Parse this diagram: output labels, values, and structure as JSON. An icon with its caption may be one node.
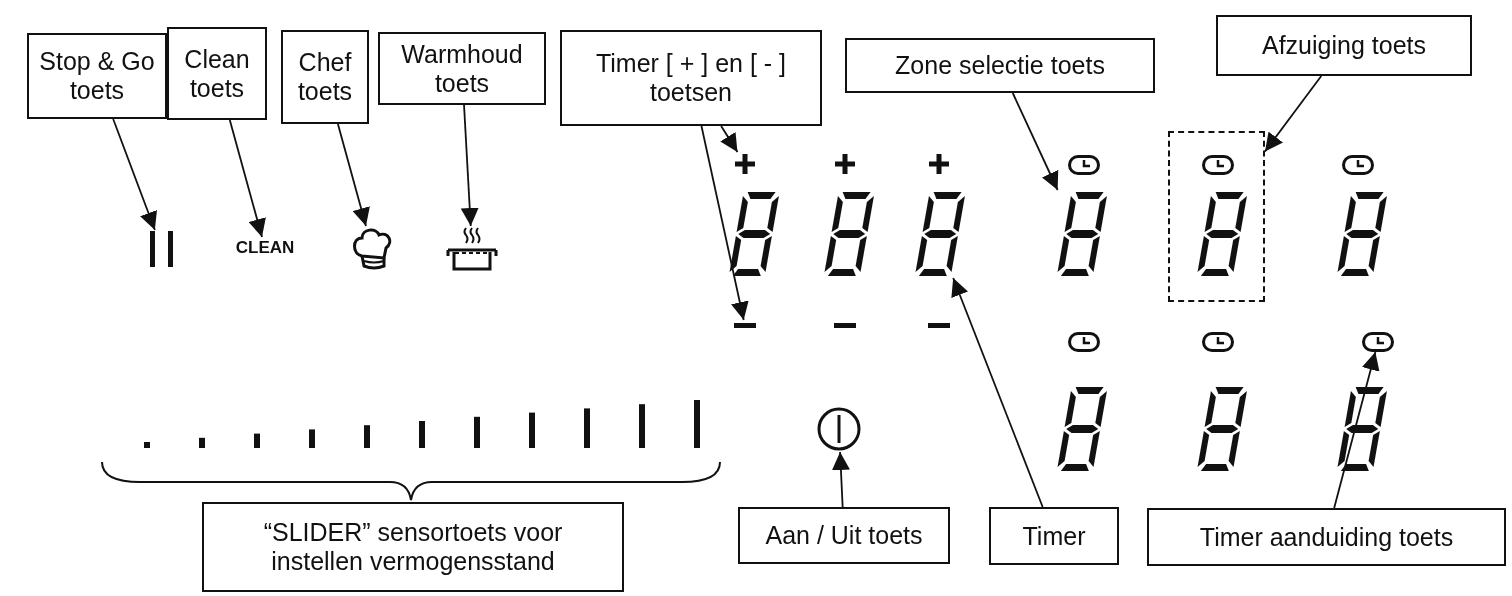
{
  "diagram": {
    "nodes": [
      {
        "text": [
          "Stop & Go toets"
        ]
      },
      {
        "text": [
          "Clean toets"
        ]
      },
      {
        "text": [
          "Chef toets"
        ]
      },
      {
        "text": [
          "Warmhoud toets"
        ]
      },
      {
        "text": [
          "Timer [ + ] en [ - ] toetsen"
        ]
      },
      {
        "text": [
          "Zone selectie toets"
        ]
      },
      {
        "text": [
          "Afzuiging toets"
        ]
      },
      {
        "text": [
          "“SLIDER” sensortoets voor instellen vermogensstand"
        ]
      },
      {
        "text": [
          "Aan / Uit toets"
        ]
      },
      {
        "text": [
          "Timer"
        ]
      },
      {
        "text": [
          "Timer aanduiding toets"
        ]
      },
      {
        "text": [],
        "shape": "pause"
      },
      {
        "text": [
          "CLEAN"
        ]
      },
      {
        "text": [],
        "shape": "picture"
      },
      {
        "text": [],
        "shape": "picture"
      },
      {
        "text": [],
        "shape": "plus"
      },
      {
        "text": [],
        "shape": "minus"
      },
      {
        "text": [],
        "shape": "display"
      },
      {
        "text": [],
        "shape": "box"
      },
      {
        "text": [],
        "shape": "circle"
      },
      {
        "text": [],
        "shape": "display"
      },
      {
        "text": [],
        "shape": "clock"
      }
    ],
    "edges": [
      {
        "from": 0,
        "to": 11,
        "arrow": "to"
      },
      {
        "from": 1,
        "to": 12,
        "arrow": "to"
      },
      {
        "from": 2,
        "to": 13,
        "arrow": "to"
      },
      {
        "from": 3,
        "to": 14,
        "arrow": "to"
      },
      {
        "from": 4,
        "to": 15,
        "arrow": "to"
      },
      {
        "from": 4,
        "to": 16,
        "arrow": "to"
      },
      {
        "from": 5,
        "to": 20,
        "arrow": "to"
      },
      {
        "from": 6,
        "to": 18,
        "arrow": "to"
      },
      {
        "from": 8,
        "to": 19,
        "arrow": "to"
      },
      {
        "from": 9,
        "to": 17,
        "arrow": "to"
      },
      {
        "from": 10,
        "to": 21,
        "arrow": "to"
      }
    ]
  }
}
